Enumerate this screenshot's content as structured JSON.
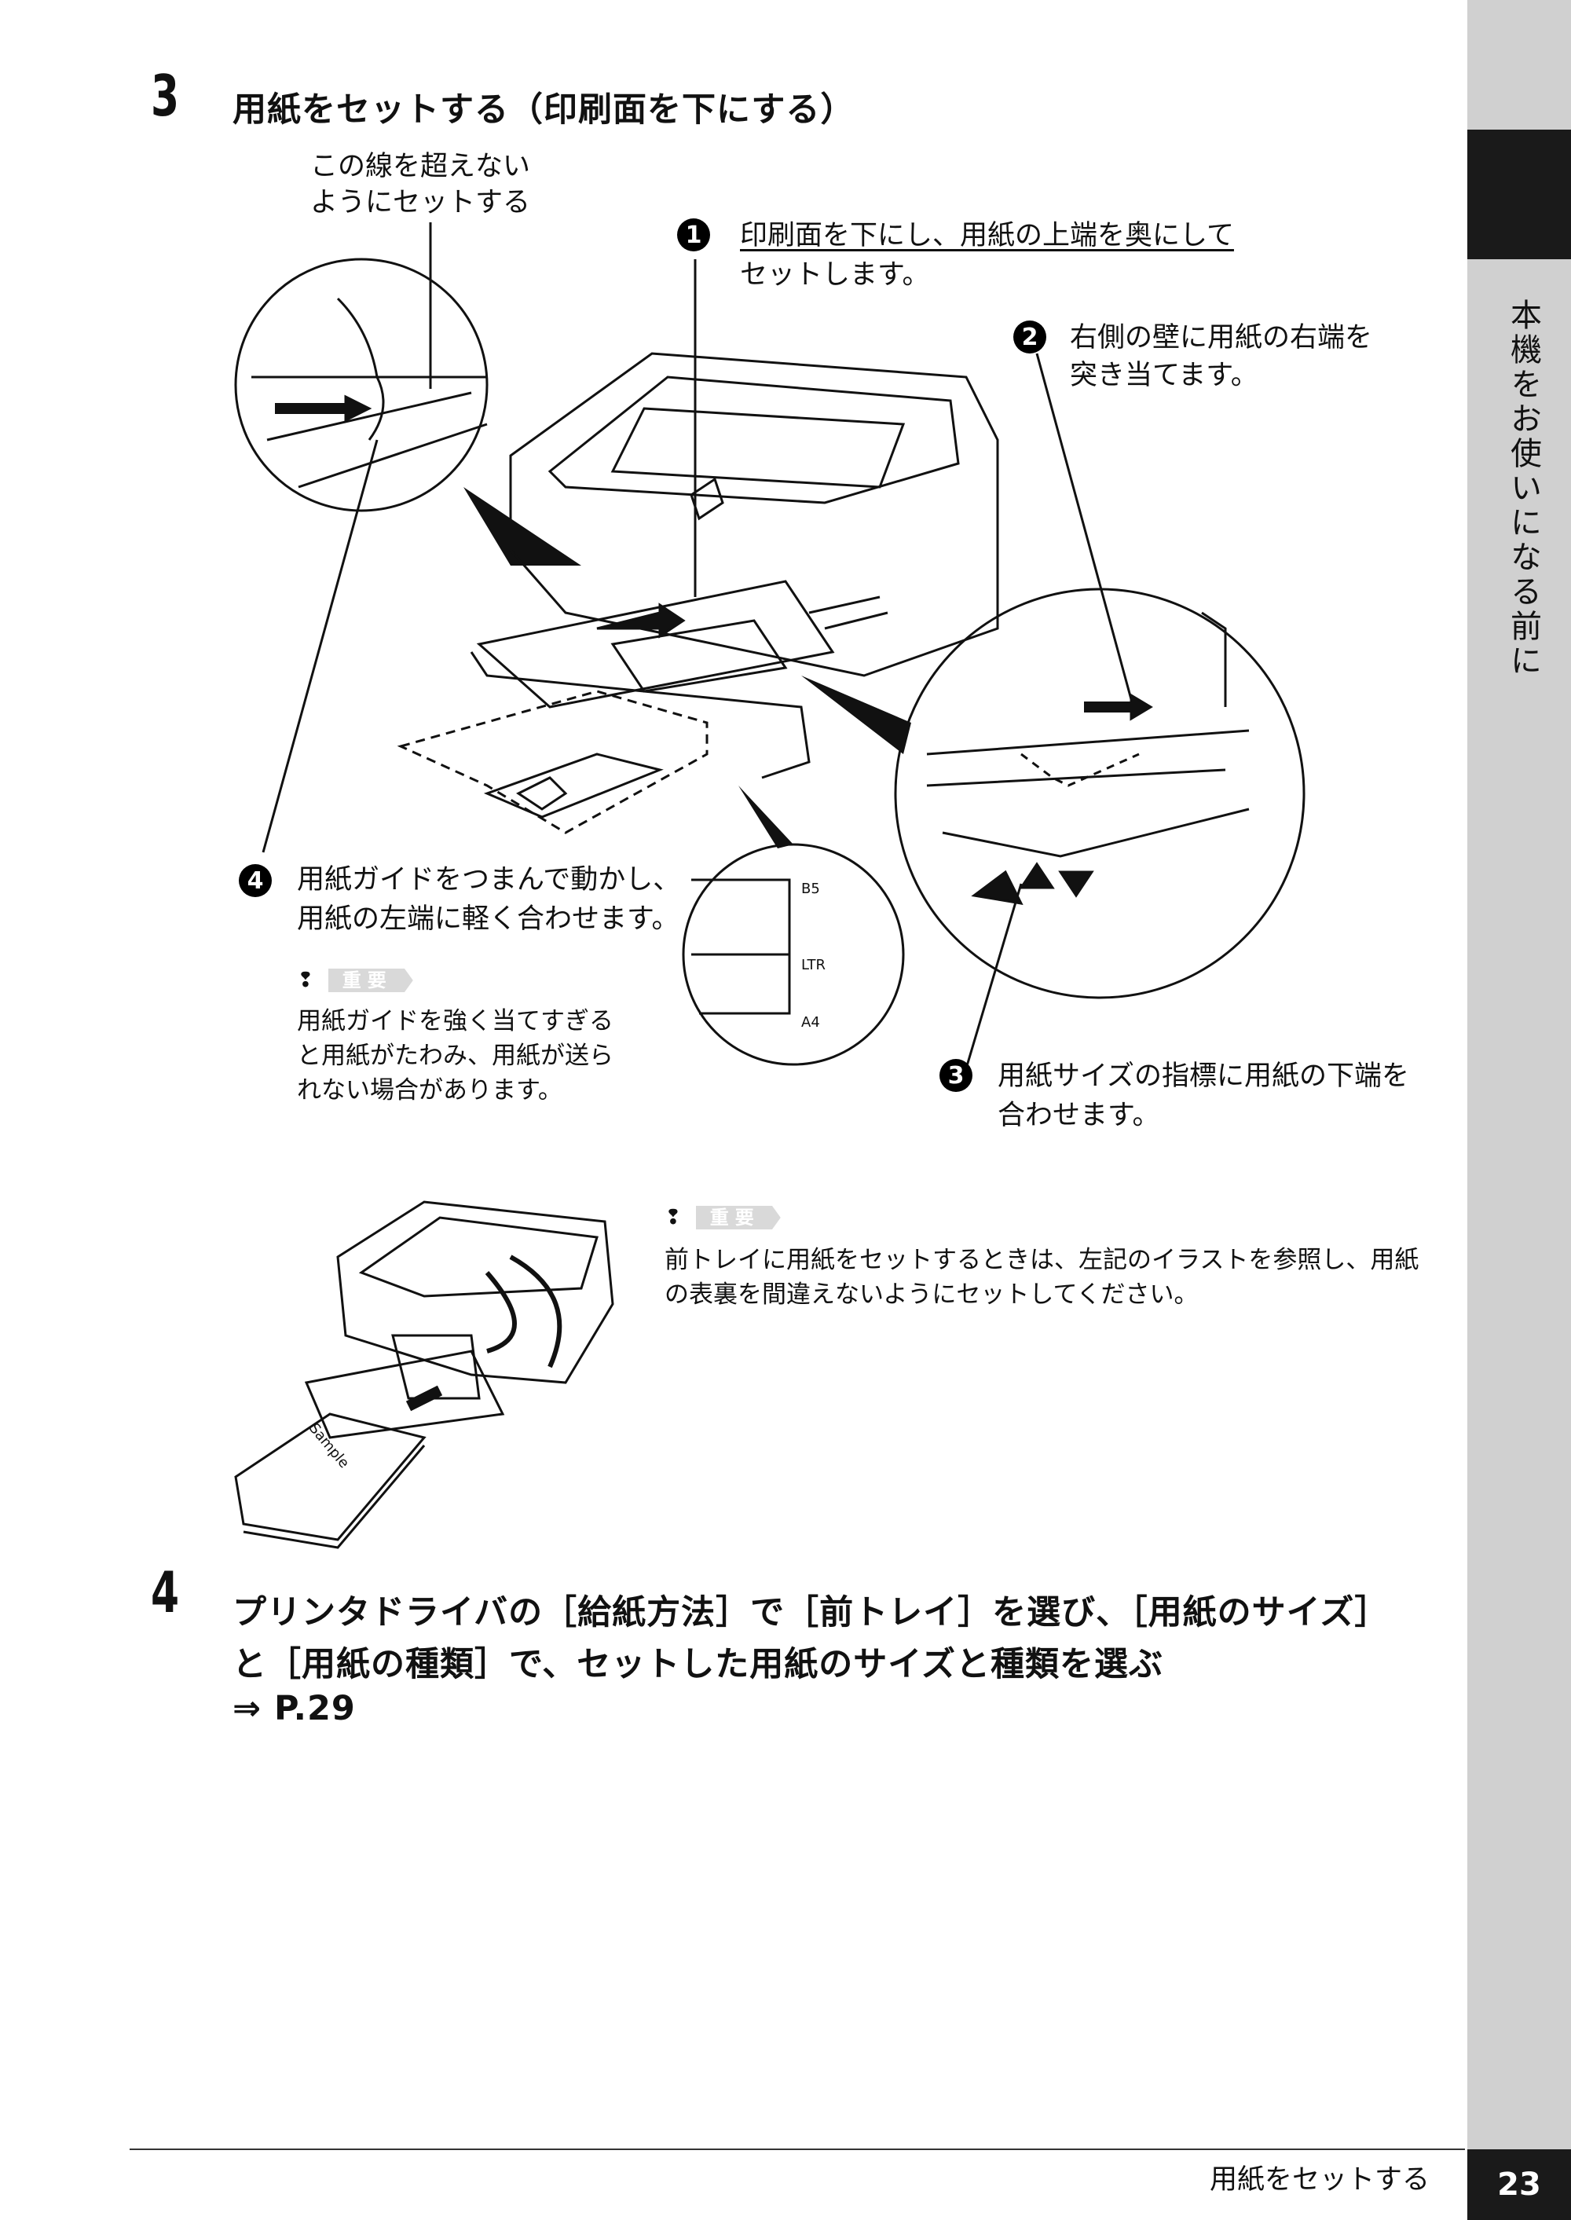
{
  "sidebar": {
    "chapter": "本機をお使いになる前に"
  },
  "step3": {
    "number": "3",
    "title": "用紙をセットする（印刷面を下にする）",
    "line_note": [
      "この線を超えない",
      "ようにセットする"
    ],
    "callout1": {
      "badge": "1",
      "line1": "印刷面を下にし、用紙の上端を奥にして",
      "line2": "セットします。"
    },
    "callout2": {
      "badge": "2",
      "line1": "右側の壁に用紙の右端を",
      "line2": "突き当てます。"
    },
    "callout3": {
      "badge": "3",
      "line1": "用紙サイズの指標に用紙の下端を",
      "line2": "合わせます。"
    },
    "callout4": {
      "badge": "4",
      "line1": "用紙ガイドをつまんで動かし、",
      "line2": "用紙の左端に軽く合わせます。"
    },
    "important_label": "重要",
    "important_note": [
      "用紙ガイドを強く当てすぎる",
      "と用紙がたわみ、用紙が送ら",
      "れない場合があります。"
    ],
    "size_marks": [
      "B5",
      "LTR",
      "A4"
    ]
  },
  "front_tray": {
    "important_label": "重要",
    "note": [
      "前トレイに用紙をセットするときは、左記のイラストを参照し、用紙",
      "の表裏を間違えないようにセットしてください。"
    ],
    "sample_label": "Sample"
  },
  "step4": {
    "number": "4",
    "line1": "プリンタドライバの［給紙方法］で［前トレイ］を選び、［用紙のサイズ］",
    "line2": "と［用紙の種類］で、セットした用紙のサイズと種類を選ぶ",
    "ref": "⇒ P.29"
  },
  "footer": {
    "section": "用紙をセットする",
    "page": "23"
  }
}
